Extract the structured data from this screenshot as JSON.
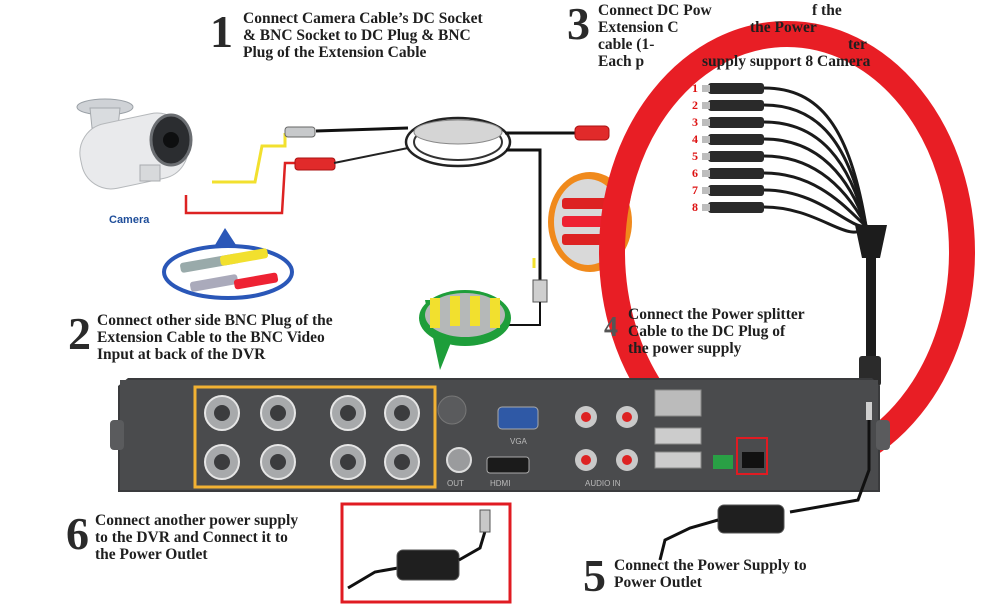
{
  "steps": [
    {
      "number": "1",
      "lines": [
        "Connect Camera Cable’s DC Socket",
        "& BNC Socket to DC Plug & BNC",
        "Plug of the Extension Cable"
      ]
    },
    {
      "number": "2",
      "lines": [
        "Connect other side BNC Plug of the",
        "Extension Cable to the BNC Video",
        "Input at back of the DVR"
      ]
    },
    {
      "number": "3",
      "lines": [
        "Connect DC Pow",
        "Extension C",
        "cable (1-",
        "Each p"
      ],
      "lines_right": [
        "f the",
        "the Power",
        "ter",
        "supply support 8 Camera"
      ]
    },
    {
      "number": "4",
      "lines": [
        "Connect the Power splitter",
        "Cable to the DC Plug of",
        "the power supply"
      ]
    },
    {
      "number": "5",
      "lines": [
        "Connect the Power Supply to",
        "Power Outlet"
      ]
    },
    {
      "number": "6",
      "lines": [
        "Connect another power supply",
        "to the DVR and Connect it to",
        "the Power Outlet"
      ]
    }
  ],
  "camera_label": "Camera",
  "splitter_numbers": [
    "1",
    "2",
    "3",
    "4",
    "5",
    "6",
    "7",
    "8"
  ],
  "dvr_labels": {
    "vga": "VGA",
    "hdmi": "HDMI",
    "audio": "AUDIO IN",
    "video_out": "OUT"
  },
  "colors": {
    "highlight_circle": "#e81e25",
    "bnc_box": "#f2b233",
    "power_box": "#e01b22",
    "callout_blue": "#2a57b8",
    "callout_green": "#1e9e3a",
    "callout_orange": "#f08a1c"
  }
}
